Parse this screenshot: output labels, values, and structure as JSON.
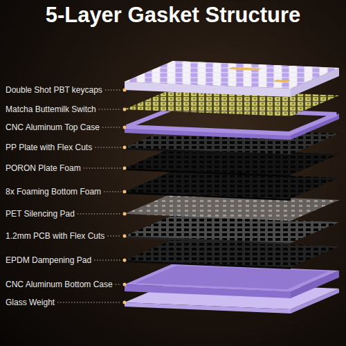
{
  "diagram": {
    "title": "5-Layer Gasket Structure",
    "labels": [
      "Double Shot PBT keycaps",
      "Matcha Buttemilk Switch",
      "CNC Aluminum Top Case",
      "PP Plate with Flex Cuts",
      "PORON Plate Foam",
      "8x Foaming Bottom Foam",
      "PET Silencing Pad",
      "1.2mm PCB with Flex Cuts",
      "EPDM Dampening Pad",
      "CNC Aluminum Bottom Case",
      "Glass Weight"
    ]
  }
}
